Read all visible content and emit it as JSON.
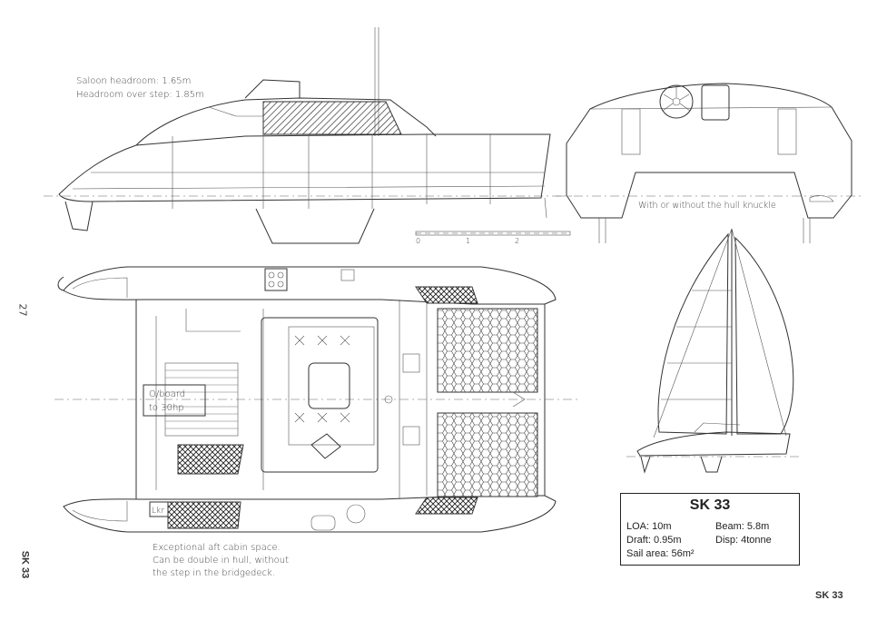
{
  "annotations": {
    "headroom_saloon": "Saloon headroom: 1.65m",
    "headroom_step": "Headroom over step: 1.85m",
    "hull_knuckle": "With or without the hull knuckle",
    "outboard_1": "O/board",
    "outboard_2": "to 30hp",
    "locker": "Lkr",
    "aft_cabin_1": "Exceptional aft cabin space.",
    "aft_cabin_2": "Can be double in hull, without",
    "aft_cabin_3": "the step in the bridgedeck."
  },
  "scale_bar": {
    "ticks": [
      "0",
      "1",
      "2"
    ]
  },
  "spec": {
    "title": "SK 33",
    "loa": "LOA:  10m",
    "beam": "Beam: 5.8m",
    "draft": "Draft:  0.95m",
    "disp": "Disp: 4tonne",
    "sail": "Sail area: 56m²"
  },
  "page_number": "27",
  "side_label": "SK 33",
  "footer_label": "SK 33"
}
